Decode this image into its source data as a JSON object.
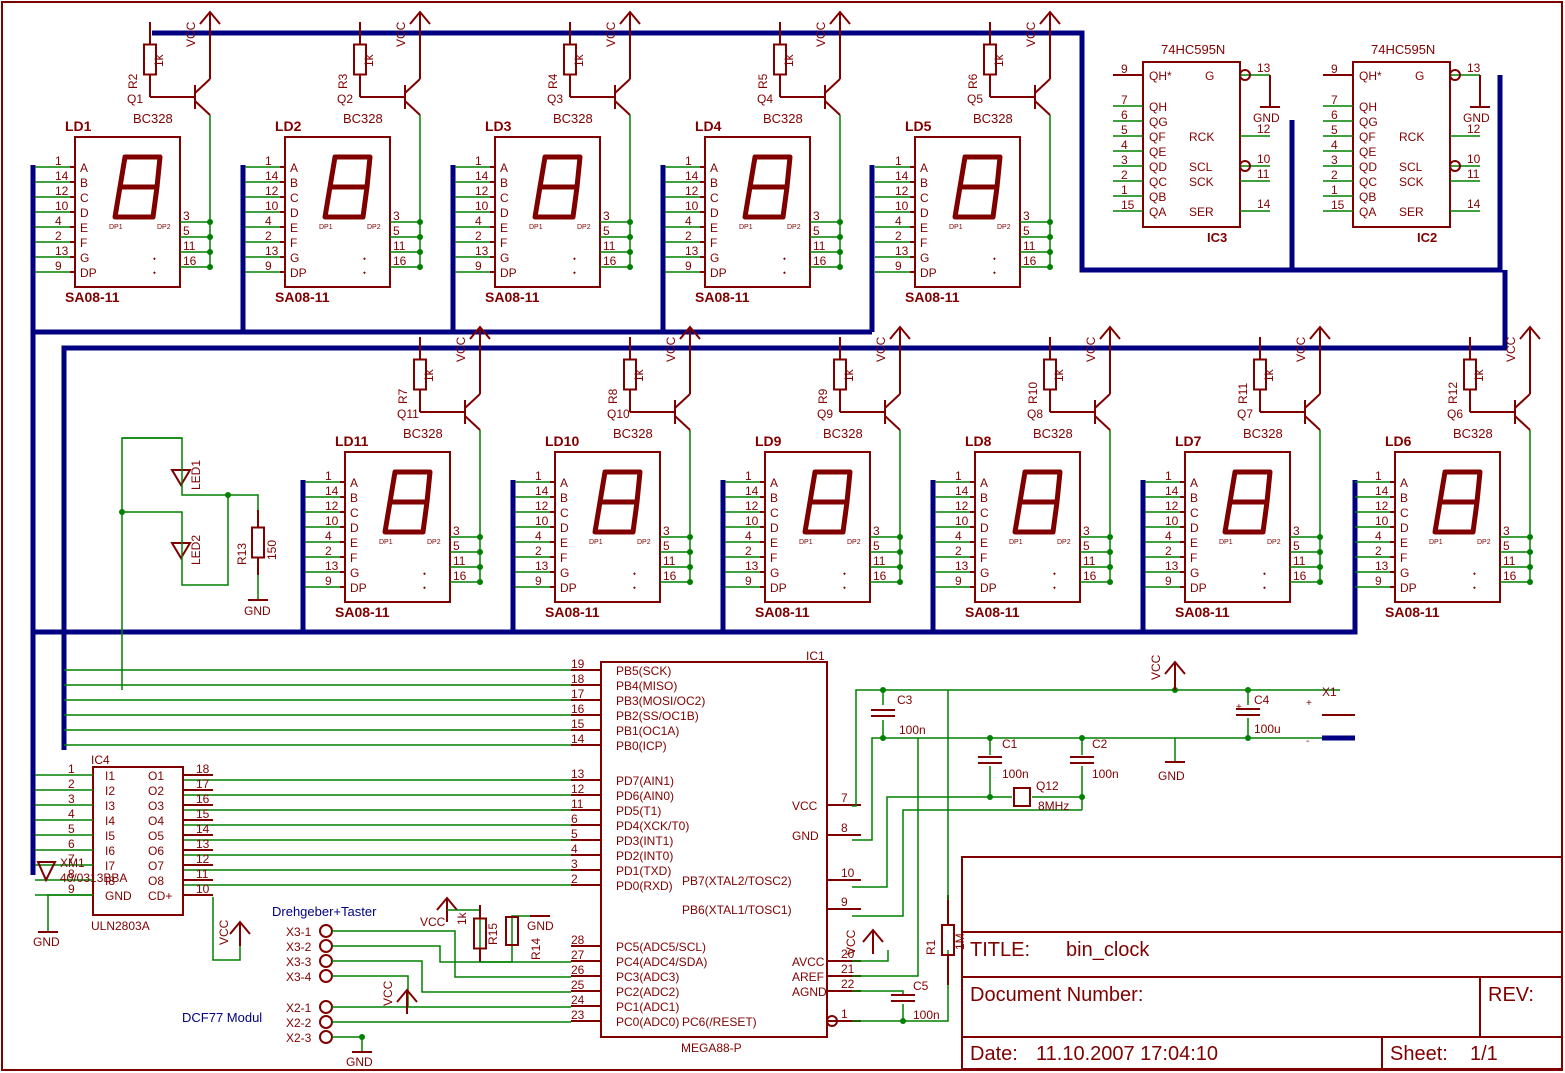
{
  "display_top": [
    {
      "ref": "LD1",
      "q": "Q1",
      "qn": "Q2",
      "r": "R2"
    },
    {
      "ref": "LD2",
      "q": "Q2",
      "qn": "Q3",
      "r": "R3"
    },
    {
      "ref": "LD3",
      "q": "Q3",
      "qn": "Q4",
      "r": "R4"
    },
    {
      "ref": "LD4",
      "q": "Q4",
      "qn": "Q5",
      "r": "R5"
    },
    {
      "ref": "LD5",
      "q": "Q5",
      "qn": "Q6",
      "r": "R6"
    }
  ],
  "display_bottom": [
    {
      "ref": "LD11",
      "q": "Q11",
      "r": "R7"
    },
    {
      "ref": "LD10",
      "q": "Q10",
      "r": "R8"
    },
    {
      "ref": "LD9",
      "q": "Q9",
      "r": "R9"
    },
    {
      "ref": "LD8",
      "q": "Q8",
      "r": "R10"
    },
    {
      "ref": "LD7",
      "q": "Q7",
      "r": "R11"
    },
    {
      "ref": "LD6",
      "q": "Q6",
      "r": "R12"
    }
  ],
  "display": {
    "value": "SA08-11",
    "pins_left": [
      "1",
      "14",
      "12",
      "10",
      "4",
      "2",
      "13",
      "9"
    ],
    "segments": [
      "A",
      "B",
      "C",
      "D",
      "E",
      "F",
      "G",
      "DP"
    ],
    "pins_right": [
      "3",
      "5",
      "11",
      "16"
    ],
    "dp1": "DP1",
    "dp2": "DP2"
  },
  "transistor": {
    "value": "BC328",
    "res": "1k",
    "vcc": "VCC"
  },
  "shift_regs": [
    {
      "ref": "IC3",
      "value": "74HC595N"
    },
    {
      "ref": "IC2",
      "value": "74HC595N"
    }
  ],
  "sr_pins_left": [
    "9",
    "7",
    "6",
    "5",
    "4",
    "3",
    "2",
    "1",
    "15"
  ],
  "sr_names_left": [
    "QH*",
    "QH",
    "QG",
    "QF",
    "QE",
    "QD",
    "QC",
    "QB",
    "QA"
  ],
  "sr_names_right": [
    "G",
    "RCK",
    "SCL",
    "SCK",
    "SER"
  ],
  "sr_pins_right": [
    "13",
    "12",
    "10",
    "11",
    "14"
  ],
  "gnd": "GND",
  "leds": {
    "led1": "LED1",
    "led2": "LED2",
    "r13": "R13",
    "r13v": "150"
  },
  "mcu": {
    "ref": "IC1",
    "value": "MEGA88-P",
    "left_pins": [
      [
        "19",
        "PB5(SCK)"
      ],
      [
        "18",
        "PB4(MISO)"
      ],
      [
        "17",
        "PB3(MOSI/OC2)"
      ],
      [
        "16",
        "PB2(SS/OC1B)"
      ],
      [
        "15",
        "PB1(OC1A)"
      ],
      [
        "14",
        "PB0(ICP)"
      ],
      [
        "13",
        "PD7(AIN1)"
      ],
      [
        "12",
        "PD6(AIN0)"
      ],
      [
        "11",
        "PD5(T1)"
      ],
      [
        "6",
        "PD4(XCK/T0)"
      ],
      [
        "5",
        "PD3(INT1)"
      ],
      [
        "4",
        "PD2(INT0)"
      ],
      [
        "3",
        "PD1(TXD)"
      ],
      [
        "2",
        "PD0(RXD)"
      ],
      [
        "28",
        "PC5(ADC5/SCL)"
      ],
      [
        "27",
        "PC4(ADC4/SDA)"
      ],
      [
        "26",
        "PC3(ADC3)"
      ],
      [
        "25",
        "PC2(ADC2)"
      ],
      [
        "24",
        "PC1(ADC1)"
      ],
      [
        "23",
        "PC0(ADC0)"
      ]
    ],
    "right_pins": [
      [
        "7",
        "VCC"
      ],
      [
        "8",
        "GND"
      ],
      [
        "10",
        "PB7(XTAL2/TOSC2)"
      ],
      [
        "9",
        "PB6(XTAL1/TOSC1)"
      ],
      [
        "20",
        "AVCC"
      ],
      [
        "21",
        "AREF"
      ],
      [
        "22",
        "AGND"
      ],
      [
        "1",
        "PC6(/RESET)"
      ]
    ]
  },
  "driver": {
    "ref": "IC4",
    "value": "ULN2803A",
    "left_pins": [
      "1",
      "2",
      "3",
      "4",
      "5",
      "6",
      "7",
      "8",
      "9"
    ],
    "left_names": [
      "I1",
      "I2",
      "I3",
      "I4",
      "I5",
      "I6",
      "I7",
      "I8",
      "GND"
    ],
    "right_pins": [
      "18",
      "17",
      "16",
      "15",
      "14",
      "13",
      "12",
      "11",
      "10"
    ],
    "right_names": [
      "O1",
      "O2",
      "O3",
      "O4",
      "O5",
      "O6",
      "O7",
      "O8",
      "CD+"
    ]
  },
  "passives": {
    "c1": "C1",
    "c2": "C2",
    "c3": "C3",
    "c4": "C4",
    "c5": "C5",
    "v100n": "100n",
    "v100u": "100u",
    "q12": "Q12",
    "xtal": "8MHz",
    "x1": "X1",
    "r1": "R1",
    "r1v": "1M",
    "r14": "R14",
    "r15": "R15",
    "r15v": "1k",
    "plus": "+",
    "minus": "-"
  },
  "connectors": {
    "x3_title": "Drehgeber+Taster",
    "x3": [
      "X3-1",
      "X3-2",
      "X3-3",
      "X3-4"
    ],
    "x2_title": "DCF77 Modul",
    "x2": [
      "X2-1",
      "X2-2",
      "X2-3"
    ],
    "xm1": "XM1",
    "xm1v": "40/0313BBA"
  },
  "title_block": {
    "title_label": "TITLE:",
    "title": "bin_clock",
    "doc_label": "Document Number:",
    "rev_label": "REV:",
    "date_label": "Date:",
    "date": "11.10.2007 17:04:10",
    "sheet_label": "Sheet:",
    "sheet": "1/1"
  },
  "colors": {
    "part": "#800000",
    "wire": "#008000",
    "bus": "#000080"
  }
}
